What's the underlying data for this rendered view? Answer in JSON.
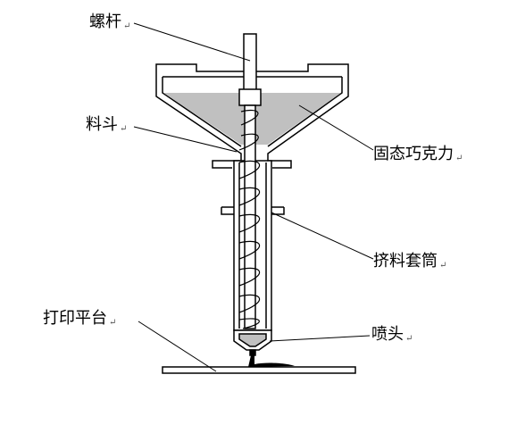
{
  "labels": {
    "screw": "螺杆",
    "hopper": "料斗",
    "solid_chocolate": "固态巧克力",
    "extrusion_sleeve": "挤料套筒",
    "platform": "打印平台",
    "nozzle": "喷头"
  },
  "para_mark": "↵",
  "colors": {
    "line": "#000000",
    "chocolate": "#c0c0c0",
    "background": "#ffffff"
  }
}
